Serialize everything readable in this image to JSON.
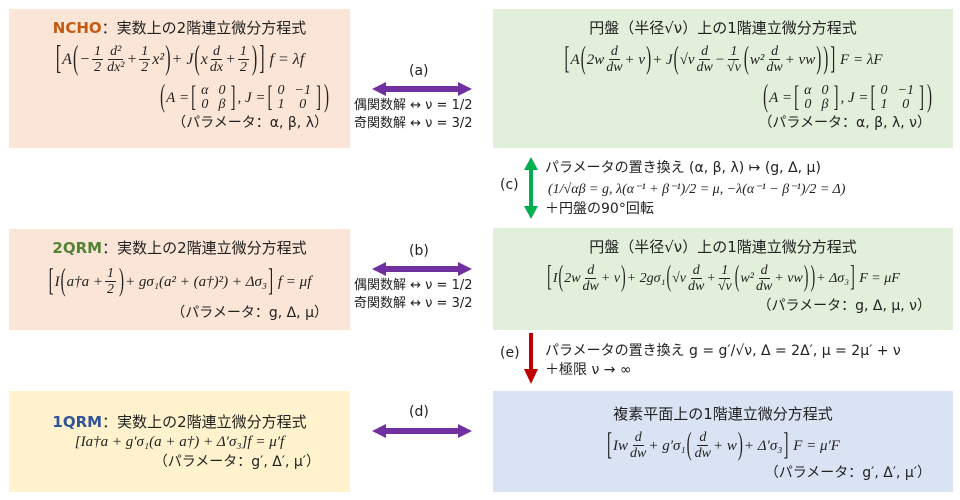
{
  "colors": {
    "ncho": "#c55a11",
    "qrm2": "#548235",
    "qrm1": "#2f5597",
    "purple": "#7030a0",
    "green_arrow": "#00b050",
    "red_arrow": "#c00000"
  },
  "ncho": {
    "name": "NCHO",
    "title": "：実数上の2階連立微分方程式",
    "eq": [
      {
        "b": "["
      },
      "A",
      {
        "b": "("
      },
      "−",
      {
        "f": [
          "1",
          "2"
        ]
      },
      {
        "f": [
          "d²",
          "dx²"
        ]
      },
      "+",
      {
        "f": [
          "1",
          "2"
        ]
      },
      "x²",
      {
        "b": ")"
      },
      "+ J",
      {
        "b": "("
      },
      "x",
      {
        "f": [
          "d",
          "dx"
        ]
      },
      "+",
      {
        "f": [
          "1",
          "2"
        ]
      },
      {
        "b": ")"
      },
      {
        "b": "]"
      },
      " f = λf"
    ],
    "matrix": [
      {
        "b": "("
      },
      "A =",
      {
        "m": [
          [
            "α",
            "0"
          ],
          [
            "0",
            "β"
          ]
        ]
      },
      ", J =",
      {
        "m": [
          [
            "0",
            "−1"
          ],
          [
            "1",
            "0"
          ]
        ]
      },
      {
        "b": ")"
      }
    ],
    "params": "（パラメータ：α, β, λ）"
  },
  "qrm2": {
    "name": "2QRM",
    "title": "：実数上の2階連立微分方程式",
    "eq": [
      {
        "b": "["
      },
      "I",
      {
        "b": "("
      },
      "a†a +",
      {
        "f": [
          "1",
          "2"
        ]
      },
      {
        "b": ")"
      },
      "+ gσ₁(a² + (a†)²) + Δσ₃",
      {
        "b": "]"
      },
      " f = μf"
    ],
    "params": "（パラメータ：g, Δ, μ）"
  },
  "qrm1": {
    "name": "1QRM",
    "title": "：実数上の2階連立微分方程式",
    "eq": [
      "[Ia†a + g′σ₁(a + a†) + Δ′σ₃]f = μ′f"
    ],
    "params": "（パラメータ：g′, Δ′, μ′）"
  },
  "disk1": {
    "title": "円盤（半径√ν）上の1階連立微分方程式",
    "eq": [
      {
        "b": "["
      },
      "A",
      {
        "b": "("
      },
      "2w",
      {
        "f": [
          "d",
          "dw"
        ]
      },
      "+ ν",
      {
        "b": ")"
      },
      "+ J",
      {
        "b": "("
      },
      "√ν",
      {
        "f": [
          "d",
          "dw"
        ]
      },
      "−",
      {
        "f": [
          "1",
          "√ν"
        ]
      },
      {
        "b": "("
      },
      "w²",
      {
        "f": [
          "d",
          "dw"
        ]
      },
      "+ νw",
      {
        "b": ")"
      },
      {
        "b": ")"
      },
      {
        "b": "]"
      },
      " F = λF"
    ],
    "matrix": [
      {
        "b": "("
      },
      "A =",
      {
        "m": [
          [
            "α",
            "0"
          ],
          [
            "0",
            "β"
          ]
        ]
      },
      ", J =",
      {
        "m": [
          [
            "0",
            "−1"
          ],
          [
            "1",
            "0"
          ]
        ]
      },
      {
        "b": ")"
      }
    ],
    "params": "（パラメータ：α, β, λ, ν）"
  },
  "disk2": {
    "title": "円盤（半径√ν）上の1階連立微分方程式",
    "eq": [
      {
        "b": "["
      },
      "I",
      {
        "b": "("
      },
      "2w",
      {
        "f": [
          "d",
          "dw"
        ]
      },
      "+ ν",
      {
        "b": ")"
      },
      "+ 2gσ₁",
      {
        "b": "("
      },
      "√ν",
      {
        "f": [
          "d",
          "dw"
        ]
      },
      "+",
      {
        "f": [
          "1",
          "√ν"
        ]
      },
      {
        "b": "("
      },
      "w²",
      {
        "f": [
          "d",
          "dw"
        ]
      },
      "+ νw",
      {
        "b": ")"
      },
      {
        "b": ")"
      },
      "+ Δσ₃",
      {
        "b": "]"
      },
      " F = μF"
    ],
    "params": "（パラメータ：g, Δ, μ, ν）"
  },
  "complex": {
    "title": "複素平面上の1階連立微分方程式",
    "eq": [
      {
        "b": "["
      },
      "Iw",
      {
        "f": [
          "d",
          "dw"
        ]
      },
      "+ g′σ₁",
      {
        "b": "("
      },
      {
        "f": [
          "d",
          "dw"
        ]
      },
      "+ w",
      {
        "b": ")"
      },
      "+ Δ′σ₃",
      {
        "b": "]"
      },
      " F = μ′F"
    ],
    "params": "（パラメータ：g′, Δ′, μ′）"
  },
  "links": {
    "a": {
      "label": "(a)",
      "line1": "偶関数解 ↔ ν = 1/2",
      "line2": "奇関数解 ↔ ν = 3/2"
    },
    "b": {
      "label": "(b)",
      "line1": "偶関数解 ↔ ν = 1/2",
      "line2": "奇関数解 ↔ ν = 3/2"
    },
    "c": {
      "label": "(c)",
      "line1": "パラメータの置き換え (α, β, λ) ↦ (g, Δ, μ)",
      "line2": "(1/√αβ = g, λ(α⁻¹ + β⁻¹)/2 = μ, −λ(α⁻¹ − β⁻¹)/2 = Δ)",
      "line3": "＋円盤の90°回転"
    },
    "d": {
      "label": "(d)"
    },
    "e": {
      "label": "(e)",
      "line1": "パラメータの置き換え g = g′/√ν,  Δ = 2Δ′,  μ = 2μ′ + ν",
      "line2": "＋極限 ν → ∞"
    }
  }
}
